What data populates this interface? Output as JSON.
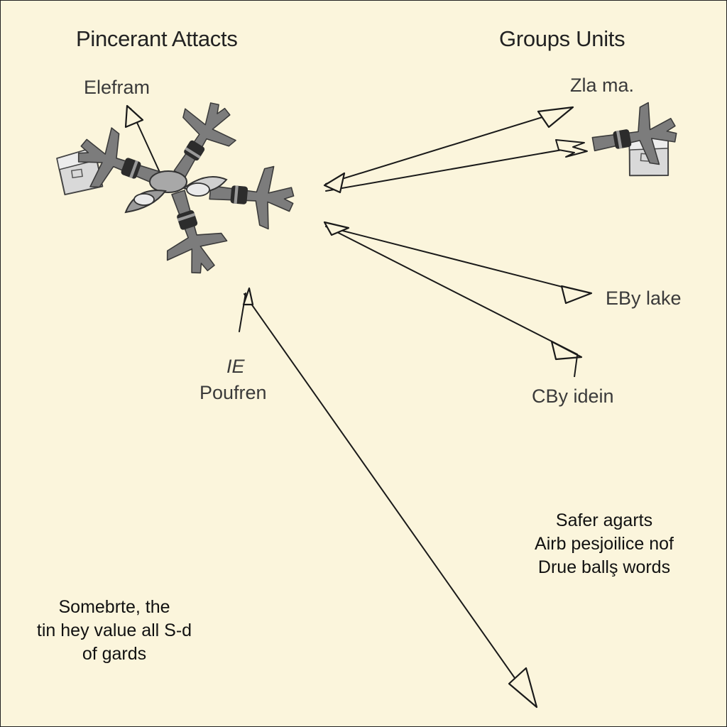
{
  "titles": {
    "left": "Pincerant Attacts",
    "right": "Groups Units"
  },
  "labels": {
    "top_left": "Elefram",
    "top_right": "Zla ma.",
    "east_upper": "EBy lake",
    "east_lower": "CBy idein",
    "mid_mark": "IE",
    "mid_label": "Poufren"
  },
  "notes": {
    "right_block": [
      "Safer agarts",
      "Airb pesjoilice nof",
      "Drue ballş words"
    ],
    "left_block": [
      "Somebrte, the",
      "tin hey value all S-d",
      "of gards"
    ]
  },
  "colors": {
    "background": "#fbf5dc",
    "unit_fill": "#7c7c7c",
    "unit_dark": "#2c2c2c",
    "pod_fill": "#d9d9d9",
    "line": "#1a1a1a"
  },
  "icons": [
    "jet-unit-icon",
    "supply-pod-icon",
    "hub-icon",
    "arrow-icon"
  ]
}
